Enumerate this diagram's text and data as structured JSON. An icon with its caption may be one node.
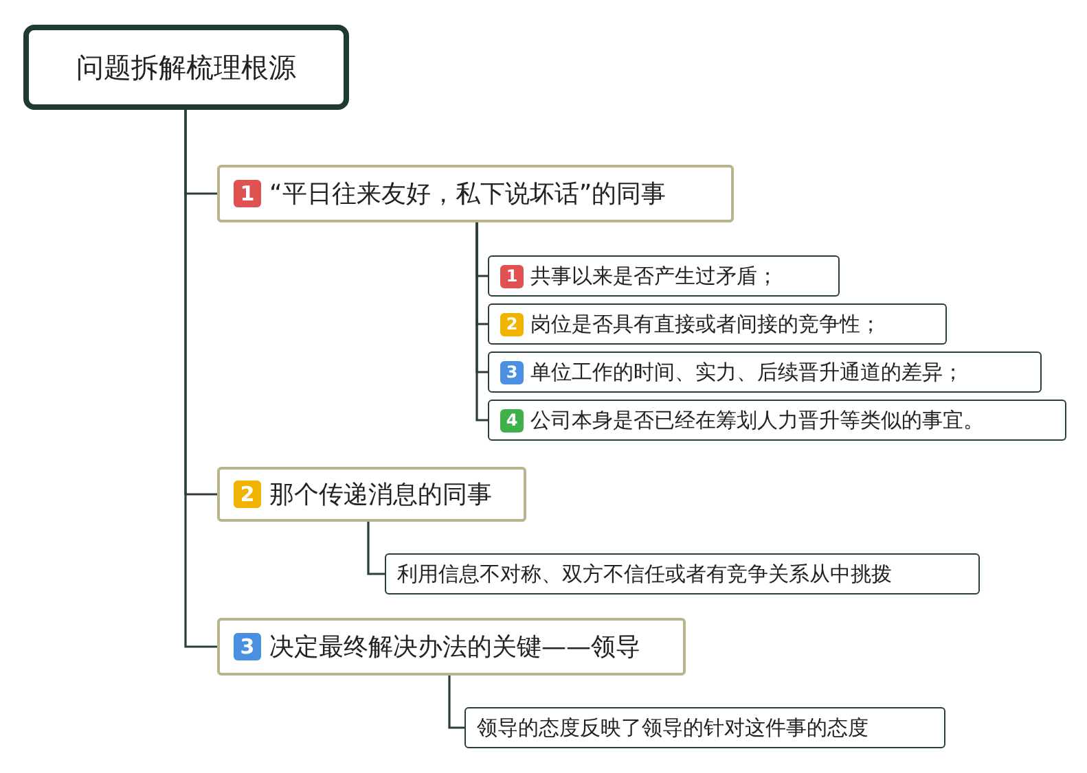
{
  "diagram": {
    "nodes": [
      {
        "text": [
          "问题拆解梳理根源"
        ]
      },
      {
        "text": [
          "1",
          "“平日往来友好，私下说坏话”的同事"
        ]
      },
      {
        "text": [
          "1",
          "共事以来是否产生过矛盾；"
        ]
      },
      {
        "text": [
          "2",
          "岗位是否具有直接或者间接的竞争性；"
        ]
      },
      {
        "text": [
          "3",
          "单位工作的时间、实力、后续晋升通道的差异；"
        ]
      },
      {
        "text": [
          "4",
          "公司本身是否已经在筹划人力晋升等类似的事宜。"
        ]
      },
      {
        "text": [
          "2",
          "那个传递消息的同事"
        ]
      },
      {
        "text": [
          "利用信息不对称、双方不信任或者有竞争关系从中挑拨"
        ]
      },
      {
        "text": [
          "3",
          "决定最终解决办法的关键——领导"
        ]
      },
      {
        "text": [
          "领导的态度反映了领导的针对这件事的态度"
        ]
      }
    ],
    "edges": [
      {
        "from": 0,
        "to": 1,
        "arrow": "none"
      },
      {
        "from": 0,
        "to": 6,
        "arrow": "none"
      },
      {
        "from": 0,
        "to": 8,
        "arrow": "none"
      },
      {
        "from": 1,
        "to": 2,
        "arrow": "none"
      },
      {
        "from": 1,
        "to": 3,
        "arrow": "none"
      },
      {
        "from": 1,
        "to": 4,
        "arrow": "none"
      },
      {
        "from": 1,
        "to": 5,
        "arrow": "none"
      },
      {
        "from": 6,
        "to": 7,
        "arrow": "none"
      },
      {
        "from": 8,
        "to": 9,
        "arrow": "none"
      }
    ]
  }
}
